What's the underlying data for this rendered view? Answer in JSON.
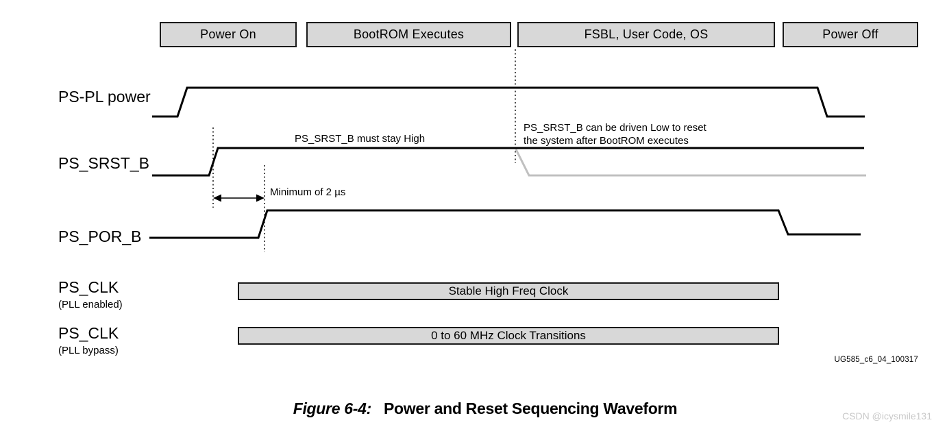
{
  "phases": [
    {
      "label": "Power On"
    },
    {
      "label": "BootROM Executes"
    },
    {
      "label": "FSBL, User Code, OS"
    },
    {
      "label": "Power Off"
    }
  ],
  "signals": {
    "ps_pl_power": {
      "label": "PS-PL power"
    },
    "ps_srst_b": {
      "label": "PS_SRST_B",
      "note_high": "PS_SRST_B must stay High",
      "note_low_line1": "PS_SRST_B can be driven Low to reset",
      "note_low_line2": "the system after BootROM executes"
    },
    "ps_por_b": {
      "label": "PS_POR_B",
      "min_delay_note": "Minimum of 2 µs"
    },
    "ps_clk_pll_enabled": {
      "label": "PS_CLK",
      "sublabel": "(PLL enabled)",
      "bar_label": "Stable High Freq Clock"
    },
    "ps_clk_pll_bypass": {
      "label": "PS_CLK",
      "sublabel": "(PLL bypass)",
      "bar_label": "0 to 60 MHz Clock Transitions"
    }
  },
  "footer": {
    "doc_code": "UG585_c6_04_100317",
    "figure_label": "Figure 6-4:",
    "figure_title": "Power and Reset Sequencing Waveform",
    "watermark": "CSDN @icysmile131"
  },
  "colors": {
    "phase_box_fill": "#d8d8d8",
    "waveform_black": "#000000",
    "waveform_gray": "#c0c0c0",
    "watermark_gray": "#c9c9c9"
  }
}
